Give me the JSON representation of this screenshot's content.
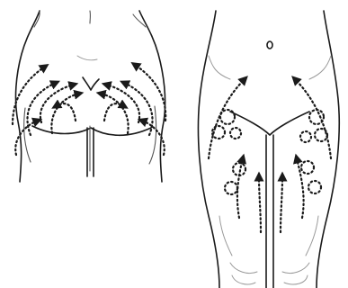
{
  "figure": {
    "panels": [
      {
        "name": "posterior-view"
      },
      {
        "name": "anterior-view"
      }
    ],
    "colors": {
      "line": "#1a1a1a",
      "background": "#ffffff"
    },
    "markers": [
      "dotted-arrow",
      "dotted-circle"
    ]
  }
}
